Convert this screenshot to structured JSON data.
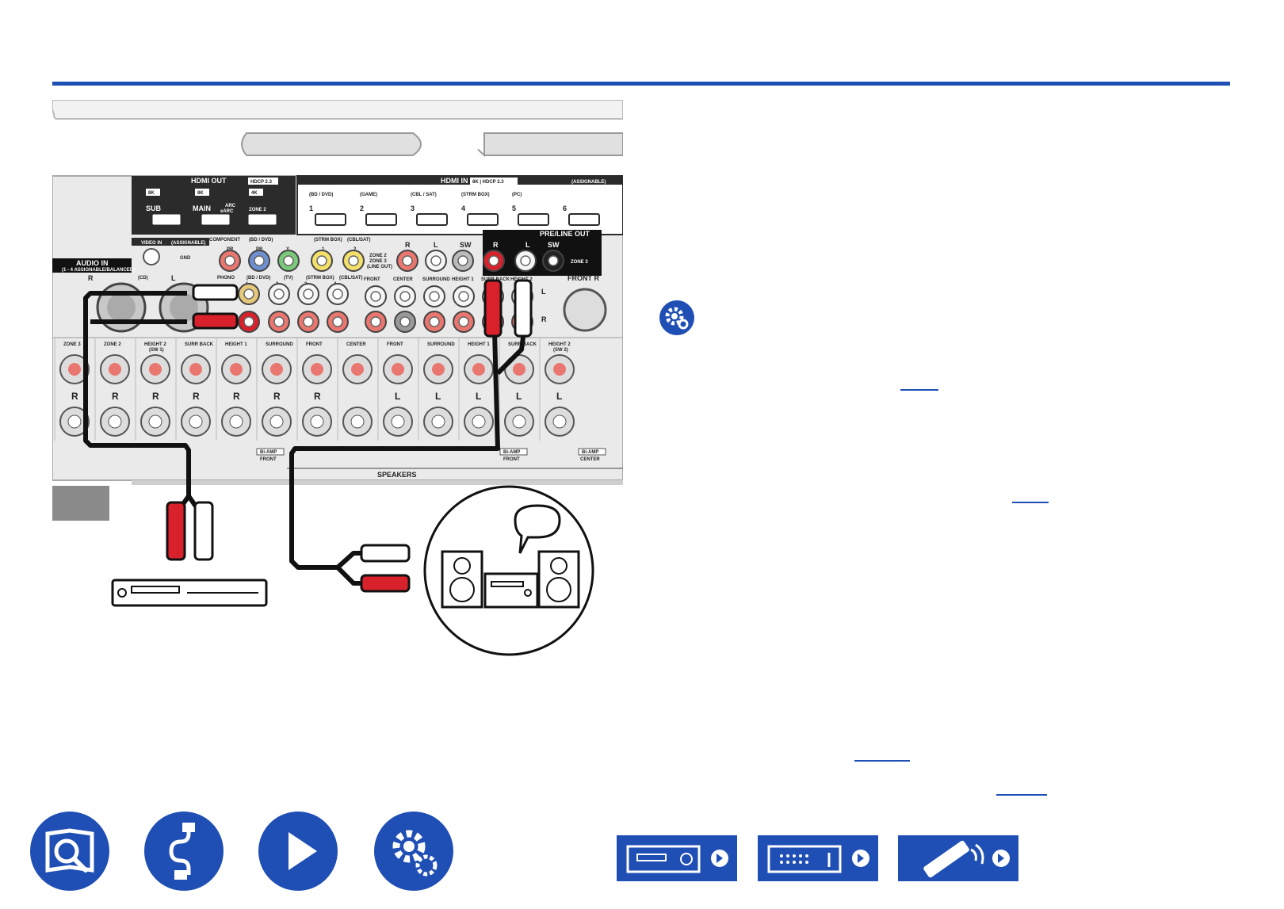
{
  "panel": {
    "hdmi_out": {
      "title": "HDMI OUT",
      "badge": "HDCP 2.3",
      "sub_badge": "8K",
      "sub": "SUB",
      "main_badge": "8K",
      "main": "MAIN",
      "arc": "ARC",
      "earc": "eARC",
      "zone2_badge": "4K",
      "zone2": "ZONE 2"
    },
    "hdmi_in": {
      "title": "HDMI IN",
      "badge": "8K | HDCP 2.3",
      "assignable": "(ASSIGNABLE)",
      "ports": [
        {
          "label": "(BD / DVD)",
          "num": "1"
        },
        {
          "label": "(GAME)",
          "num": "2"
        },
        {
          "label": "(CBL / SAT)",
          "num": "3"
        },
        {
          "label": "(STRM BOX)",
          "num": "4"
        },
        {
          "label": "(PC)",
          "num": "5"
        },
        {
          "label": "",
          "num": "6"
        }
      ]
    },
    "video_in": {
      "title": "VIDEO IN",
      "assignable": "(ASSIGNABLE)",
      "gnd": "GND"
    },
    "component": {
      "title": "COMPONENT",
      "sub": "(BD / DVD)",
      "pr": "PR",
      "pb": "PB",
      "y": "Y"
    },
    "composite": {
      "strm": "(STRM BOX)",
      "cbl": "(CBL/SAT)",
      "n1": "1",
      "n2": "2"
    },
    "zone2_out": {
      "l1": "ZONE 2",
      "l2": "ZONE 3",
      "l3": "(LINE OUT)",
      "r": "R",
      "l": "L",
      "sw": "SW"
    },
    "pre_out": {
      "title": "PRE/LINE OUT",
      "r": "R",
      "l": "L",
      "sw": "SW",
      "zone3": "ZONE 3"
    },
    "audio_in": {
      "title": "AUDIO IN",
      "sub": "(1 - 4 ASSIGNABLE/BALANCED)",
      "r": "R",
      "cd": "(CD)",
      "l": "L"
    },
    "analog_in": {
      "phono": "PHONO",
      "bd": "(BD / DVD)",
      "tv": "(TV)",
      "strm": "(STRM BOX)",
      "cbl": "(CBL/SAT)",
      "n1": "1",
      "n2": "2",
      "n3": "3",
      "n4": "4"
    },
    "pre_row": [
      "FRONT",
      "CENTER",
      "SURROUND",
      "HEIGHT 1",
      "SURR BACK",
      "HEIGHT 2"
    ],
    "front_r": "FRONT R",
    "front_r_l": "L",
    "front_r_r": "R",
    "speakers": {
      "columns": [
        {
          "name": "ZONE 3",
          "sub": "",
          "ch": "R"
        },
        {
          "name": "ZONE 2",
          "sub": "",
          "ch": "R"
        },
        {
          "name": "HEIGHT 2",
          "sub": "(SW 1)",
          "ch": "R"
        },
        {
          "name": "SURR BACK",
          "sub": "",
          "ch": "R"
        },
        {
          "name": "HEIGHT 1",
          "sub": "",
          "ch": "R"
        },
        {
          "name": "SURROUND",
          "sub": "",
          "ch": "R"
        },
        {
          "name": "FRONT",
          "sub": "",
          "ch": "R"
        },
        {
          "name": "CENTER",
          "sub": "",
          "ch": ""
        },
        {
          "name": "FRONT",
          "sub": "",
          "ch": "L"
        },
        {
          "name": "SURROUND",
          "sub": "",
          "ch": "L"
        },
        {
          "name": "HEIGHT 1",
          "sub": "",
          "ch": "L"
        },
        {
          "name": "SURR BACK",
          "sub": "",
          "ch": "L"
        },
        {
          "name": "HEIGHT 2",
          "sub": "(SW 2)",
          "ch": "L"
        }
      ],
      "title": "SPEAKERS",
      "biamp": "Bi-AMP",
      "biamp_front": "FRONT",
      "biamp_center": "CENTER"
    }
  },
  "colors": {
    "accent": "#1f4fb4",
    "red_plug": "#d9212c",
    "white_plug": "#ffffff",
    "panel_line": "#222222"
  },
  "icons": {
    "settings": "gear-icon",
    "nav": [
      "manual-search-icon",
      "connection-cable-icon",
      "play-icon",
      "settings-icon"
    ],
    "devices": [
      "receiver-front-icon",
      "receiver-rear-icon",
      "remote-control-icon"
    ]
  }
}
